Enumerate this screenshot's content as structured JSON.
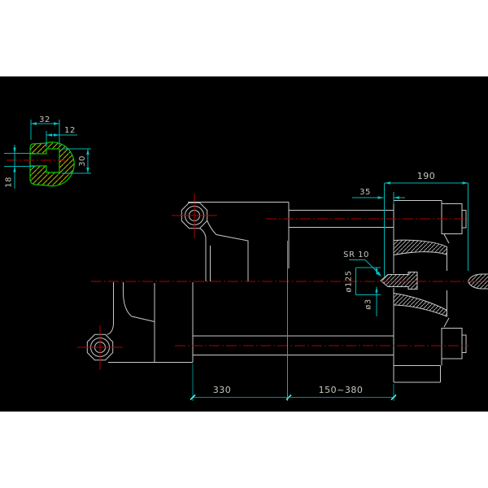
{
  "drawing": {
    "type": "cad-technical-drawing",
    "canvas_background": "#000000",
    "page_background": "#ffffff",
    "colors": {
      "outline": "#c9c9c9",
      "centerline": "#b40000",
      "dimension_line": "#00b6b6",
      "dimension_tick": "#3cf0f0",
      "detail_outline": "#00c800",
      "detail_hatch": "#b9b900",
      "dimension_text": "#c6c6bd"
    },
    "detail_view": {
      "dim_top_width": "32",
      "dim_notch_width": "12",
      "dim_right_height": "30",
      "dim_left_slot_height": "18"
    },
    "main_view": {
      "dim_nozzle_clearance": "35",
      "dim_front_section": "190",
      "nozzle_sphere_radius": "SR 10",
      "flange_diameter": "ø125",
      "orifice_diameter": "ø3",
      "dim_body_length": "330",
      "dim_stroke_range": "150~380"
    }
  }
}
